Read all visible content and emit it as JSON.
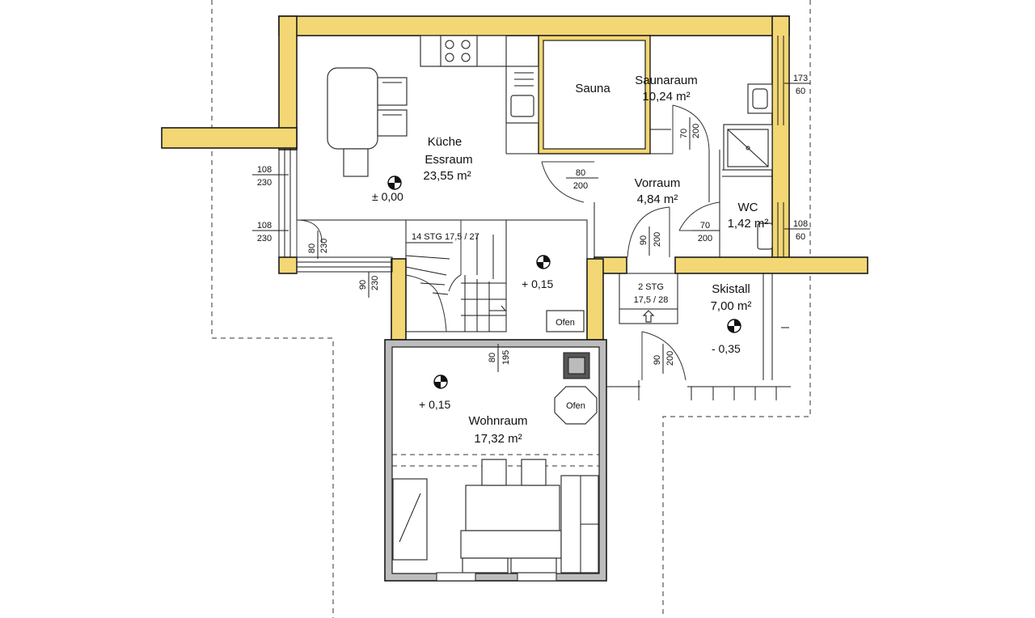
{
  "rooms": {
    "kueche": {
      "name1": "Küche",
      "name2": "Essraum",
      "area": "23,55 m²",
      "level": "± 0,00"
    },
    "sauna": {
      "name": "Sauna"
    },
    "saunaraum": {
      "name": "Saunaraum",
      "area": "10,24 m²"
    },
    "vorraum": {
      "name": "Vorraum",
      "area": "4,84 m²"
    },
    "wc": {
      "name": "WC",
      "area": "1,42 m²"
    },
    "skistall": {
      "name": "Skistall",
      "area": "7,00 m²",
      "level": "- 0,35"
    },
    "wohnraum": {
      "name": "Wohnraum",
      "area": "17,32 m²",
      "level": "+ 0,15"
    },
    "stair_hall": {
      "level": "+ 0,15"
    }
  },
  "stairs": {
    "main": "14 STG 17,5 / 27",
    "small_line1": "2 STG",
    "small_line2": "17,5 / 28"
  },
  "ofen": {
    "label1": "Ofen",
    "label2": "Ofen"
  },
  "dims": {
    "win_left_top_a": "108",
    "win_left_top_b": "230",
    "win_left_bot_a": "108",
    "win_left_bot_b": "230",
    "door_kueche_a": "80",
    "door_kueche_b": "230",
    "door_stair_a": "90",
    "door_stair_b": "230",
    "door_vorraum_a": "80",
    "door_vorraum_b": "200",
    "door_sauna_a": "70",
    "door_sauna_b": "200",
    "win_right_top_a": "173",
    "win_right_top_b": "60",
    "win_right_bot_a": "108",
    "win_right_bot_b": "60",
    "door_wc_a": "70",
    "door_wc_b": "200",
    "door_vorraum2_a": "90",
    "door_vorraum2_b": "200",
    "door_wohn_a": "80",
    "door_wohn_b": "195",
    "door_ski_a": "90",
    "door_ski_b": "200"
  },
  "colors": {
    "wall": "#f3d774",
    "wall_grey": "#bdbdbd",
    "line": "#1a1a1a"
  }
}
